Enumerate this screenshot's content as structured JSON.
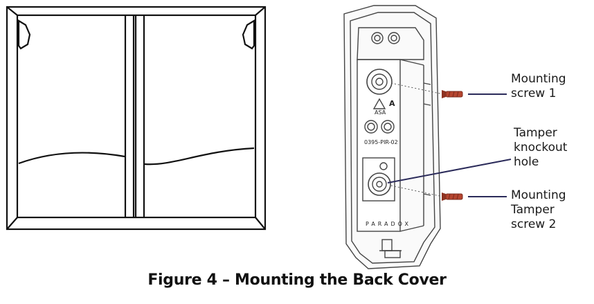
{
  "figure": {
    "caption": "Figure 4 – Mounting the Back Cover",
    "callouts": {
      "screw1": {
        "line1": "Mounting",
        "line2": "screw 1"
      },
      "tamper_hole": {
        "line1": "Tamper",
        "line2": "knockout",
        "line3": "hole"
      },
      "screw2": {
        "line1": "Mounting",
        "line2": "Tamper",
        "line3": "screw 2"
      }
    },
    "device_labels": {
      "letter": "A",
      "part_number": "0395-PIR-02",
      "small_mark": "ASA",
      "brand_mark": "PARADOX"
    },
    "colors": {
      "line": "#111111",
      "callout_line": "#2b2b5a",
      "screw": "#b5452f"
    }
  }
}
